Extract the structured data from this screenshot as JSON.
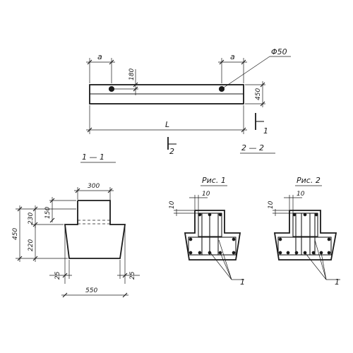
{
  "plan": {
    "dim_a_left": "a",
    "dim_a_right": "a",
    "dim_180": "180",
    "dim_450": "450",
    "dim_L": "L",
    "hole_label": "Φ50",
    "cut_1": "1",
    "cut_2": "2"
  },
  "section_1": {
    "title": "1 — 1",
    "dim_300": "300",
    "dim_150": "150",
    "dim_230": "230",
    "dim_220": "220",
    "dim_450": "450",
    "dim_25_left": "25",
    "dim_25_right": "25",
    "dim_550": "550"
  },
  "section_2": {
    "title": "2 — 2"
  },
  "fig_1": {
    "title": "Рис. 1",
    "dim_10_top": "10",
    "dim_10_side": "10",
    "callout": "1"
  },
  "fig_2": {
    "title": "Рис. 2",
    "dim_10_top": "10",
    "dim_10_side": "10",
    "callout": "1"
  }
}
